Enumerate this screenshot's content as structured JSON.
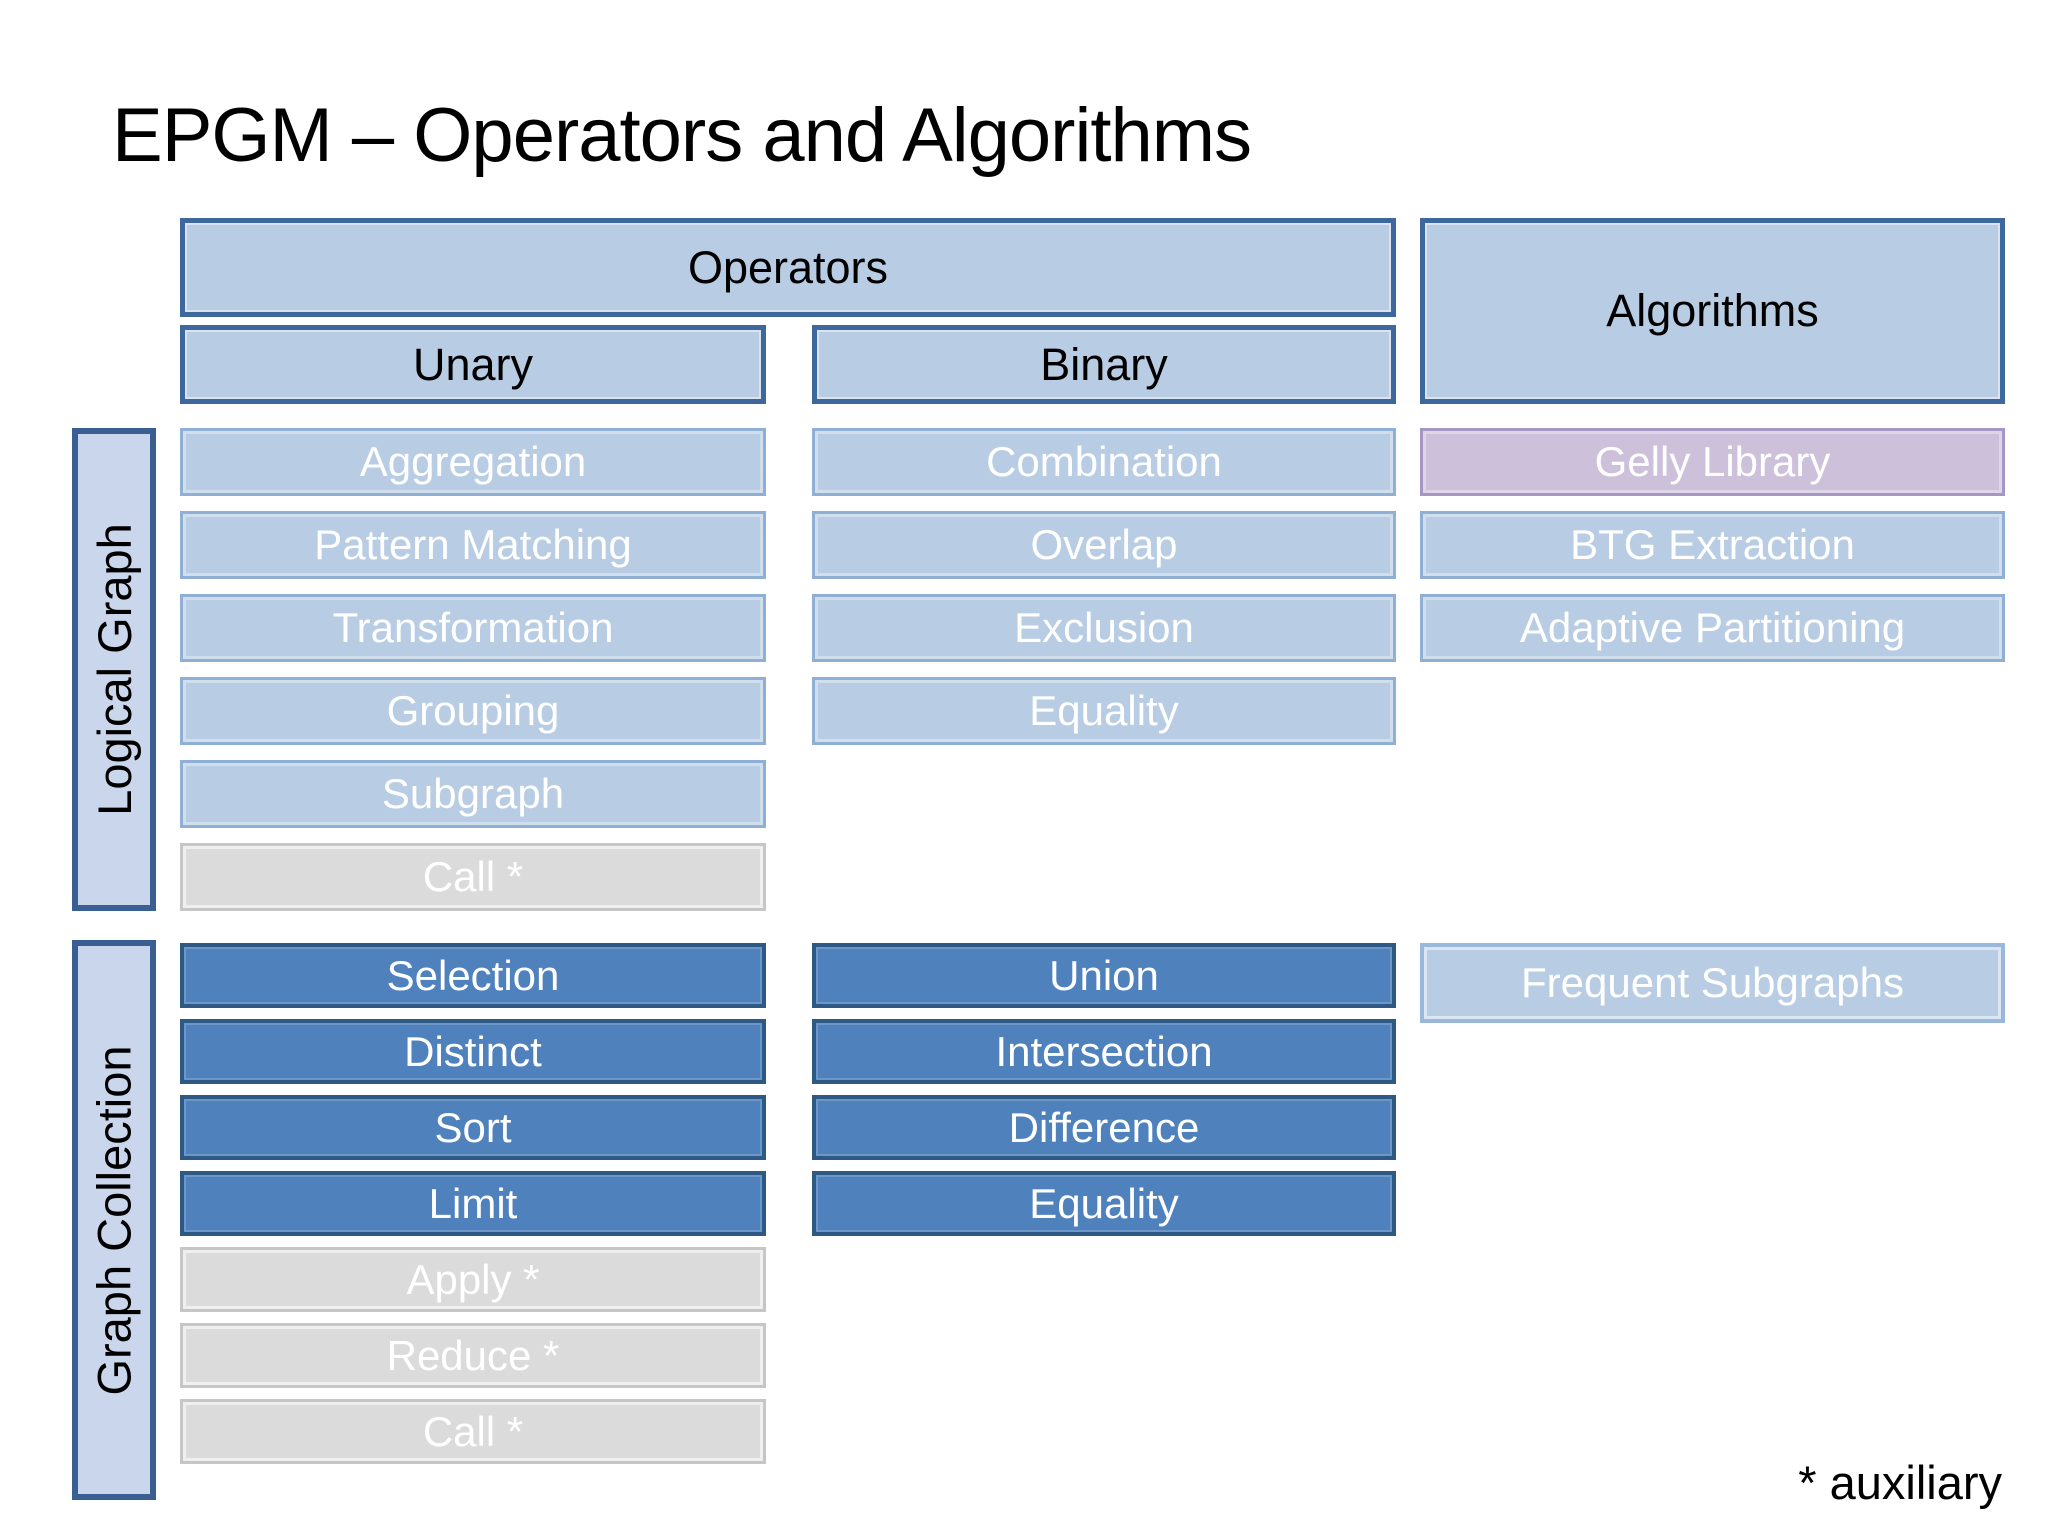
{
  "slide": {
    "title": "EPGM – Operators and Algorithms",
    "footnote": "* auxiliary"
  },
  "headers": {
    "operators": "Operators",
    "unary": "Unary",
    "binary": "Binary",
    "algorithms": "Algorithms"
  },
  "row_groups": [
    {
      "label": "Logical Graph",
      "unary_cells": [
        {
          "label": "Aggregation",
          "style": "light"
        },
        {
          "label": "Pattern Matching",
          "style": "light"
        },
        {
          "label": "Transformation",
          "style": "light"
        },
        {
          "label": "Grouping",
          "style": "light"
        },
        {
          "label": "Subgraph",
          "style": "light"
        },
        {
          "label": "Call *",
          "style": "gray"
        }
      ],
      "binary_cells": [
        {
          "label": "Combination",
          "style": "light"
        },
        {
          "label": "Overlap",
          "style": "light"
        },
        {
          "label": "Exclusion",
          "style": "light"
        },
        {
          "label": "Equality",
          "style": "light"
        }
      ],
      "algorithm_cells": [
        {
          "label": "Gelly Library",
          "style": "purple"
        },
        {
          "label": "BTG Extraction",
          "style": "light"
        },
        {
          "label": "Adaptive Partitioning",
          "style": "light"
        }
      ]
    },
    {
      "label": "Graph Collection",
      "unary_cells": [
        {
          "label": "Selection",
          "style": "dark"
        },
        {
          "label": "Distinct",
          "style": "dark"
        },
        {
          "label": "Sort",
          "style": "dark"
        },
        {
          "label": "Limit",
          "style": "dark"
        },
        {
          "label": "Apply *",
          "style": "gray"
        },
        {
          "label": "Reduce *",
          "style": "gray"
        },
        {
          "label": "Call *",
          "style": "gray"
        }
      ],
      "binary_cells": [
        {
          "label": "Union",
          "style": "dark"
        },
        {
          "label": "Intersection",
          "style": "dark"
        },
        {
          "label": "Difference",
          "style": "dark"
        },
        {
          "label": "Equality",
          "style": "dark"
        }
      ],
      "algorithm_cells": [
        {
          "label": "Frequent Subgraphs",
          "style": "light-soft"
        }
      ]
    }
  ],
  "palette": {
    "light-fill": "#b8cce4",
    "light-border": "#8fafd4",
    "lightsoft-border": "#9ab7dc",
    "dark-fill": "#4f81bd",
    "dark-border": "#2e5984",
    "gray-fill": "#dbdbdb",
    "gray-border": "#c6c6c6",
    "purple-fill": "#ccc0da",
    "purple-border": "#a596c3",
    "header-fill": "#b8cce4",
    "header-border": "#3e679b",
    "label-fill": "#c9d6eb",
    "label-border": "#3a5f92"
  }
}
